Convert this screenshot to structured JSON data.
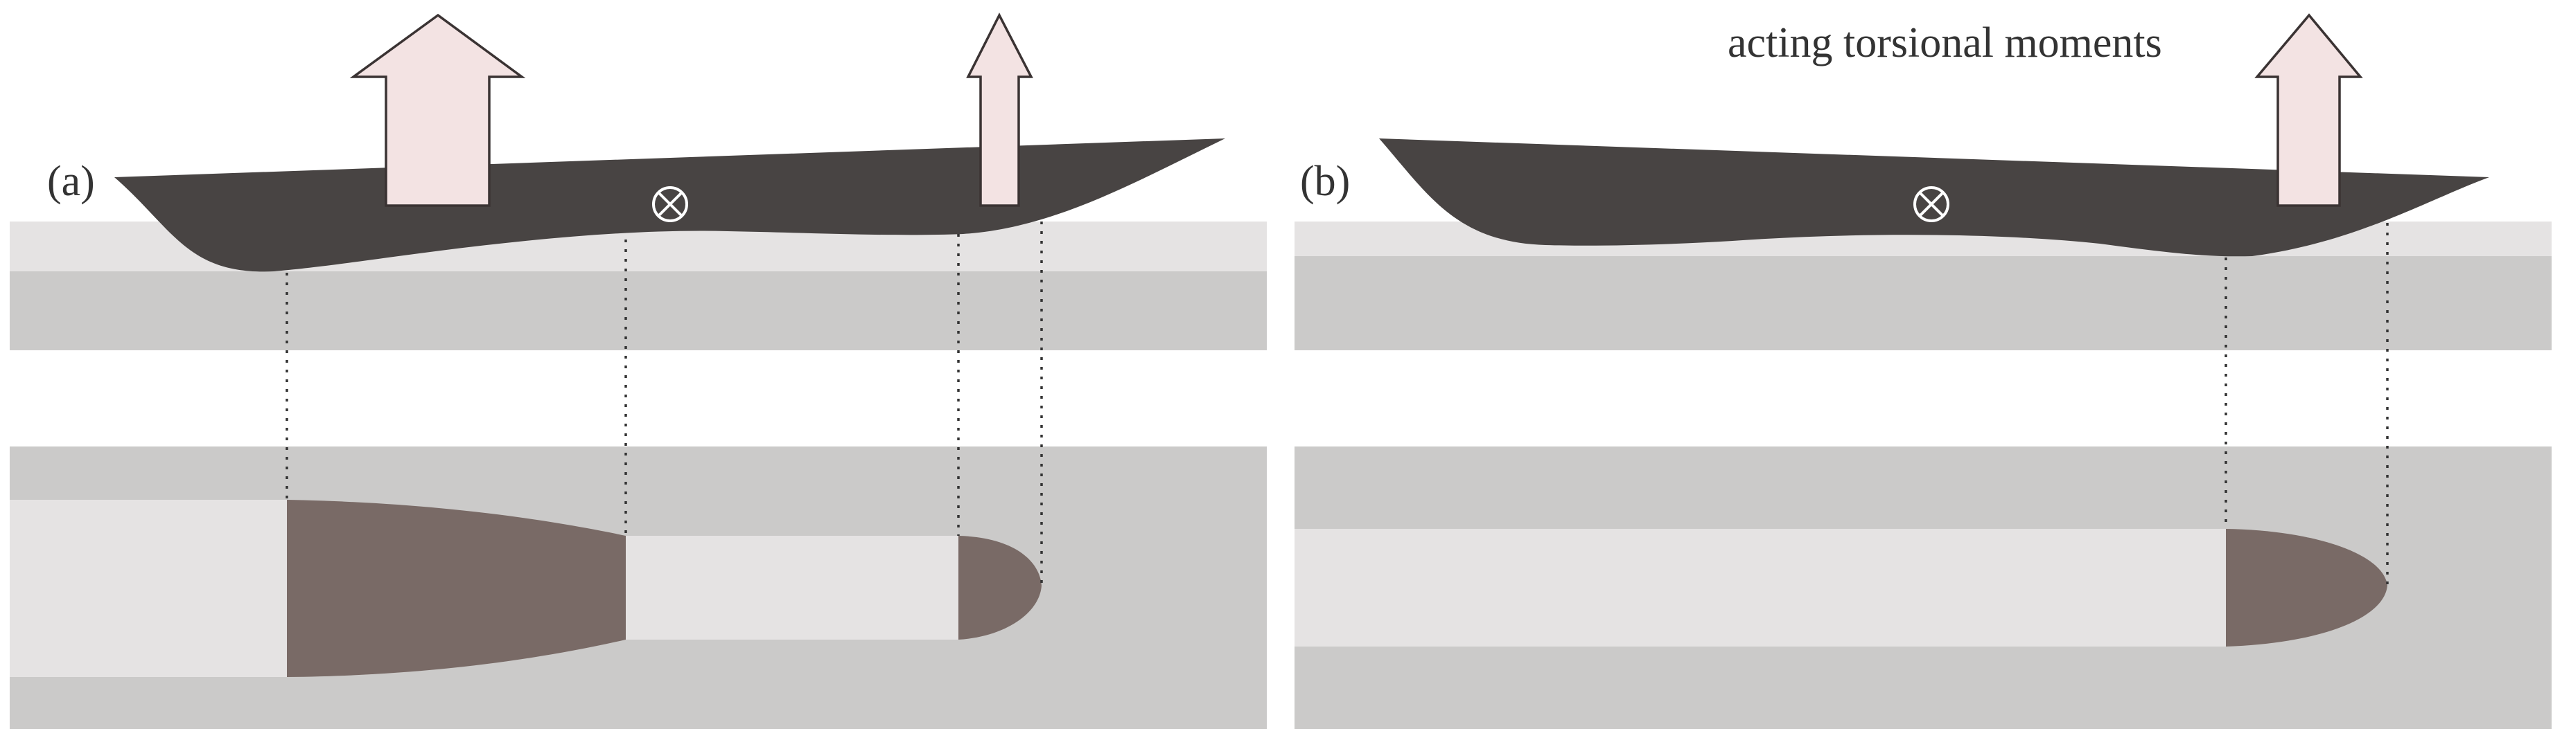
{
  "labels": {
    "panel_a": "(a)",
    "panel_b": "(b)",
    "annotation": "acting torsional moments"
  },
  "colors": {
    "wing_section": "#484443",
    "band_dark": "#cbcac9",
    "band_light": "#e5e3e3",
    "modified_region": "#796a66",
    "arrow_fill": "#f3e3e3",
    "arrow_outline": "#3a3333"
  },
  "icons": {
    "moment_symbol": "circled-times-icon",
    "force_arrow": "up-arrow-icon"
  }
}
